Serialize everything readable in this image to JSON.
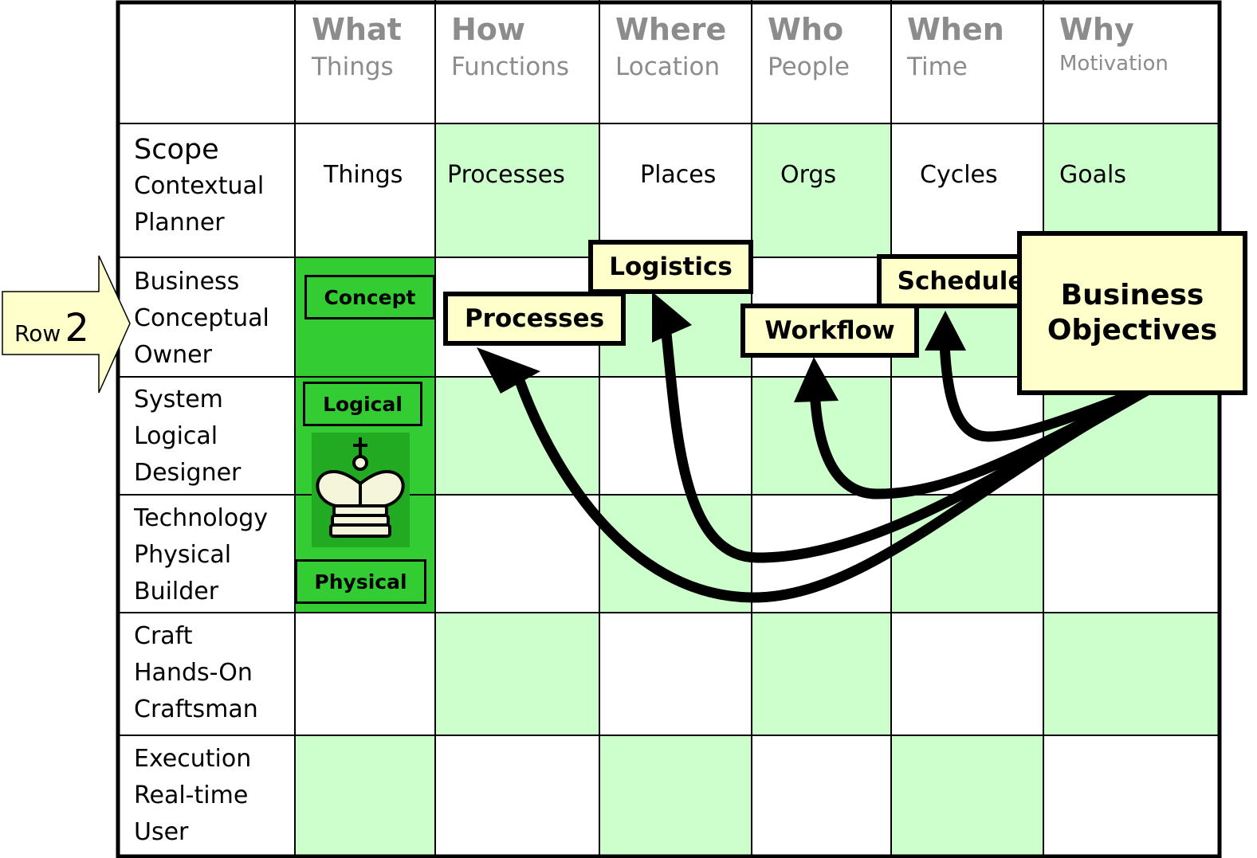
{
  "row_arrow": {
    "word": "Row",
    "number": "2"
  },
  "columns": [
    {
      "title": "What",
      "subtitle": "Things"
    },
    {
      "title": "How",
      "subtitle": "Functions"
    },
    {
      "title": "Where",
      "subtitle": "Location"
    },
    {
      "title": "Who",
      "subtitle": "People"
    },
    {
      "title": "When",
      "subtitle": "Time"
    },
    {
      "title": "Why",
      "subtitle": "Motivation"
    }
  ],
  "rows": [
    {
      "lines": [
        "Scope",
        "Contextual",
        "Planner"
      ]
    },
    {
      "lines": [
        "Business",
        "Conceptual",
        "Owner"
      ]
    },
    {
      "lines": [
        "System",
        "Logical",
        "Designer"
      ]
    },
    {
      "lines": [
        "Technology",
        "Physical",
        "Builder"
      ]
    },
    {
      "lines": [
        "Craft",
        "Hands-On",
        "Craftsman"
      ]
    },
    {
      "lines": [
        "Execution",
        "Real-time",
        "User"
      ]
    }
  ],
  "scope_cells": [
    "Things",
    "Processes",
    "Places",
    "Orgs",
    "Cycles",
    "Goals"
  ],
  "what_column_boxes": {
    "concept": "Concept",
    "logical": "Logical",
    "physical": "Physical"
  },
  "callouts": {
    "logistics": "Logistics",
    "processes": "Processes",
    "workflow": "Workflow",
    "schedule": "Schedule",
    "business_objectives": [
      "Business",
      "Objectives"
    ]
  },
  "colors": {
    "light_green": "#ccffcc",
    "dark_green": "#33cc33",
    "callout_yellow": "#ffffcc",
    "header_gray": "#8c8c8c"
  },
  "icons": [
    "chess-king-icon",
    "row-arrow-icon"
  ]
}
